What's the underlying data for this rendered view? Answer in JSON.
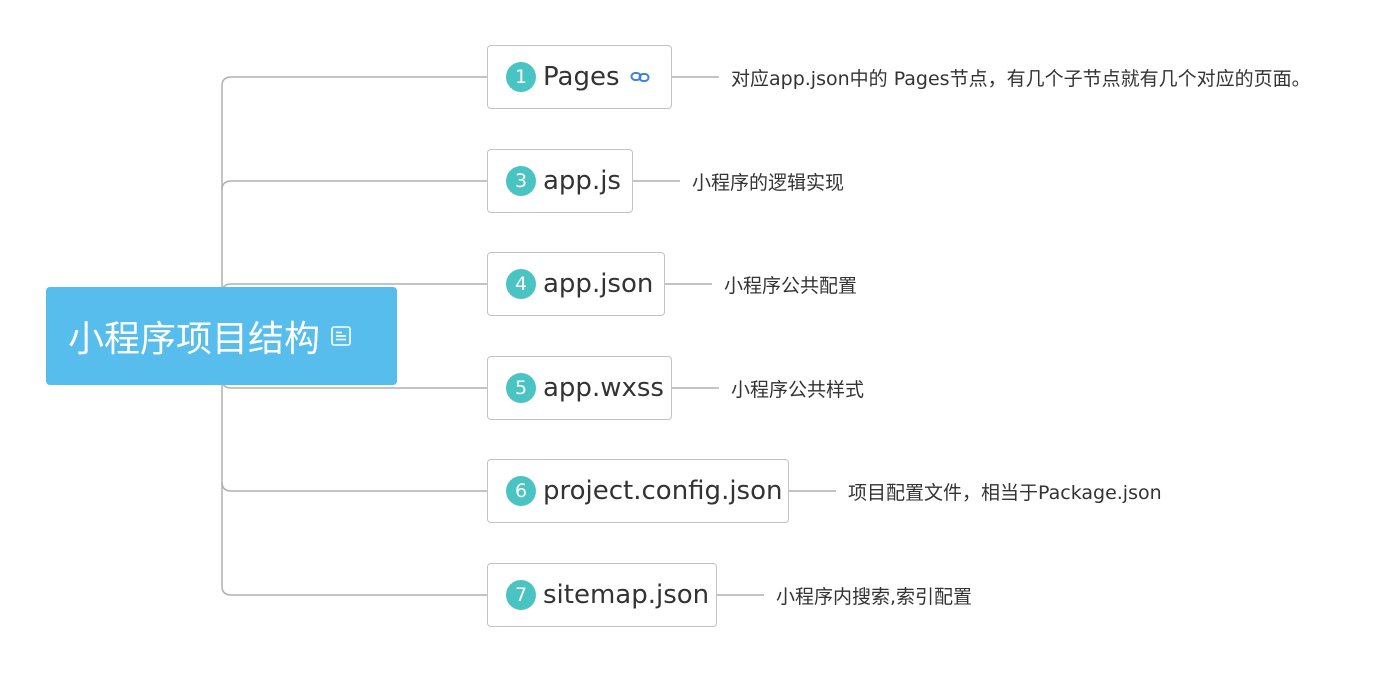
{
  "root": {
    "label": "小程序项目结构",
    "icon": "note-icon"
  },
  "nodes": [
    {
      "badge": "1",
      "label": "Pages",
      "icon": "link-icon",
      "description": "对应app.json中的 Pages节点，有几个子节点就有几个对应的页面。"
    },
    {
      "badge": "3",
      "label": "app.js",
      "description": "小程序的逻辑实现"
    },
    {
      "badge": "4",
      "label": "app.json",
      "description": "小程序公共配置"
    },
    {
      "badge": "5",
      "label": "app.wxss",
      "description": "小程序公共样式"
    },
    {
      "badge": "6",
      "label": "project.config.json",
      "description": "项目配置文件，相当于Package.json"
    },
    {
      "badge": "7",
      "label": "sitemap.json",
      "description": "小程序内搜索,索引配置"
    }
  ],
  "colors": {
    "root_fill": "#56bdec",
    "badge_fill": "#4ac4c2",
    "connector": "#b0b0b0",
    "node_border": "#c3c3c3",
    "link_icon": "#3b82e0"
  }
}
